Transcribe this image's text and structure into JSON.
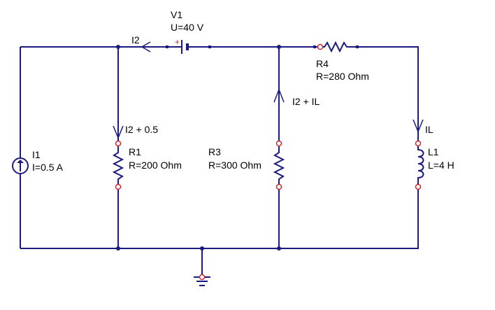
{
  "colors": {
    "wire": "#1a1a80",
    "node": "#cc2a2a",
    "text": "#000000",
    "background": "#ffffff"
  },
  "components": {
    "v1": {
      "name": "V1",
      "value": "U=40 V",
      "plus": "+",
      "icon": "battery-icon"
    },
    "r4": {
      "name": "R4",
      "value": "R=280 Ohm",
      "icon": "resistor-icon"
    },
    "i1": {
      "name": "I1",
      "value": "I=0.5 A",
      "icon": "current-source-icon"
    },
    "r1": {
      "name": "R1",
      "value": "R=200 Ohm",
      "icon": "resistor-icon"
    },
    "r3": {
      "name": "R3",
      "value": "R=300 Ohm",
      "icon": "resistor-icon"
    },
    "l1": {
      "name": "L1",
      "value": "L=4 H",
      "icon": "inductor-icon"
    },
    "ground": {
      "icon": "ground-icon"
    }
  },
  "currents": {
    "i2": "I2",
    "i2_plus_05": "I2 + 0.5",
    "i2_plus_il": "I2 + IL",
    "il": "IL"
  }
}
